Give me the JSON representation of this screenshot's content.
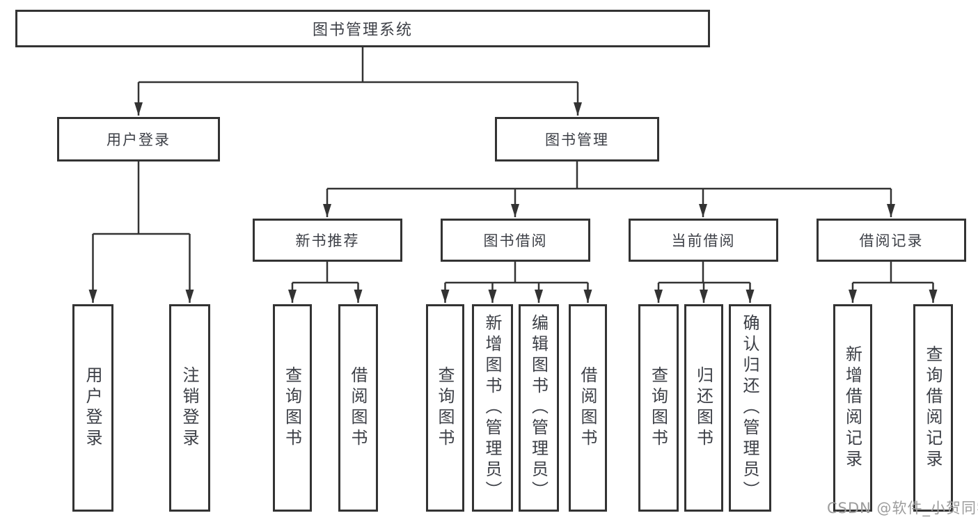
{
  "diagram": {
    "title": "图书管理系统",
    "colors": {
      "line": "#333333",
      "text": "#3c3f46",
      "watermark": "#9c9c9c",
      "background": "#ffffff"
    },
    "root": {
      "label": "图书管理系统"
    },
    "level2": [
      {
        "label": "用户登录"
      },
      {
        "label": "图书管理"
      }
    ],
    "level3": [
      {
        "label": "新书推荐"
      },
      {
        "label": "图书借阅"
      },
      {
        "label": "当前借阅"
      },
      {
        "label": "借阅记录"
      }
    ],
    "leaves": [
      {
        "label": "用户登录",
        "parent": "用户登录"
      },
      {
        "label": "注销登录",
        "parent": "用户登录"
      },
      {
        "label": "查询图书",
        "parent": "新书推荐"
      },
      {
        "label": "借阅图书",
        "parent": "新书推荐"
      },
      {
        "label": "查询图书",
        "parent": "图书借阅"
      },
      {
        "label": "新增图书（管理员）",
        "parent": "图书借阅"
      },
      {
        "label": "编辑图书（管理员）",
        "parent": "图书借阅"
      },
      {
        "label": "借阅图书",
        "parent": "图书借阅"
      },
      {
        "label": "查询图书",
        "parent": "当前借阅"
      },
      {
        "label": "归还图书",
        "parent": "当前借阅"
      },
      {
        "label": "确认归还（管理员）",
        "parent": "当前借阅"
      },
      {
        "label": "新增借阅记录",
        "parent": "借阅记录"
      },
      {
        "label": "查询借阅记录",
        "parent": "借阅记录"
      }
    ],
    "watermark": "CSDN @软件_小贺同学"
  }
}
